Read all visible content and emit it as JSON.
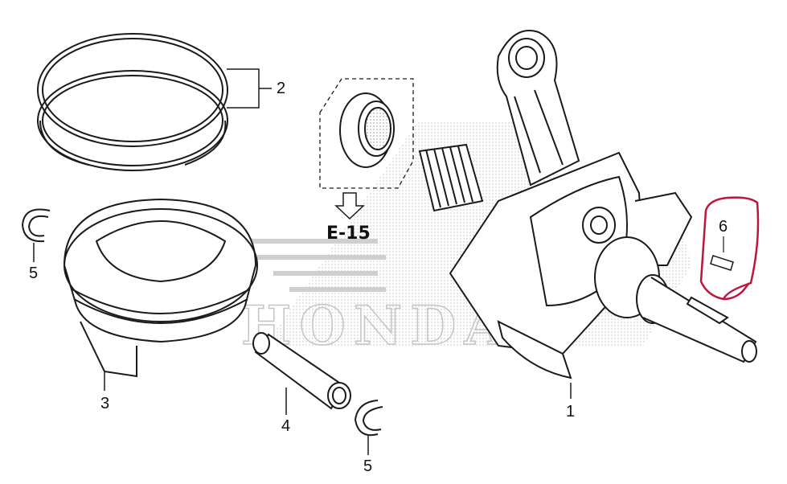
{
  "callouts": {
    "piston_rings": "2",
    "piston": "3",
    "piston_pin": "4",
    "clip_left": "5",
    "clip_right": "5",
    "crankshaft": "1",
    "key": "6"
  },
  "reference": "E-15",
  "watermark": "HONDA",
  "colors": {
    "line": "#1a1a1a",
    "highlight": "#c0143c",
    "watermark": "#c4c4c4"
  }
}
